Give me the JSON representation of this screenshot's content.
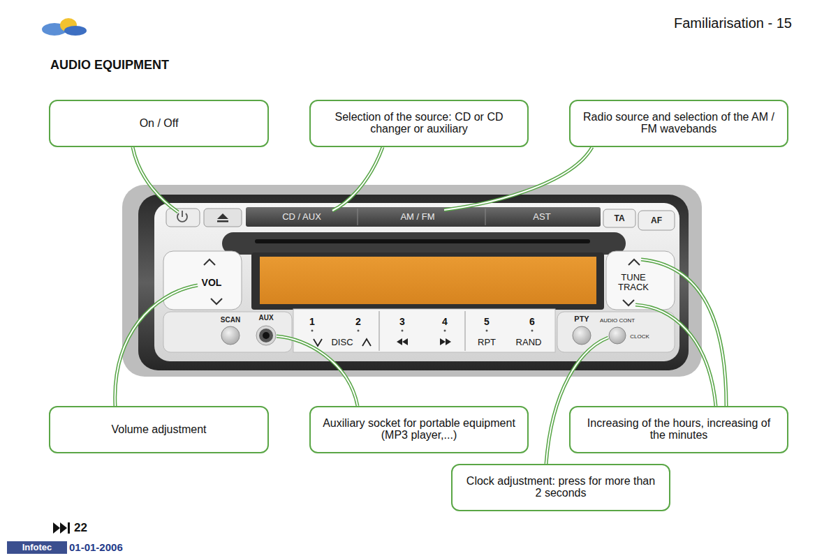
{
  "diagram": {
    "title": "AUDIO EQUIPMENT",
    "nodes": [
      {
        "text": [
          "On / Off"
        ]
      },
      {
        "text": [
          "Selection of the source: CD or CD changer or auxiliary"
        ]
      },
      {
        "text": [
          "Radio source and selection of the AM / FM wavebands"
        ]
      },
      {
        "text": [
          "Volume adjustment"
        ]
      },
      {
        "text": [
          "Auxiliary socket for portable equipment (MP3 player,...)"
        ]
      },
      {
        "text": [
          "Increasing of the hours, increasing of the minutes"
        ]
      },
      {
        "text": [
          "Clock adjustment: press for more than 2 seconds"
        ]
      }
    ],
    "labels": [
      "Familiarisation - 15",
      "CD / AUX",
      "AM / FM",
      "AST",
      "TA",
      "AF",
      "VOL",
      "TUNE TRACK",
      "SCAN",
      "AUX",
      "1",
      "2",
      "DISC",
      "3",
      "4",
      "5",
      "6",
      "RPT",
      "RAND",
      "PTY",
      "AUDIO CONT",
      "CLOCK",
      "22",
      "Infotec",
      "01-01-2006"
    ]
  }
}
